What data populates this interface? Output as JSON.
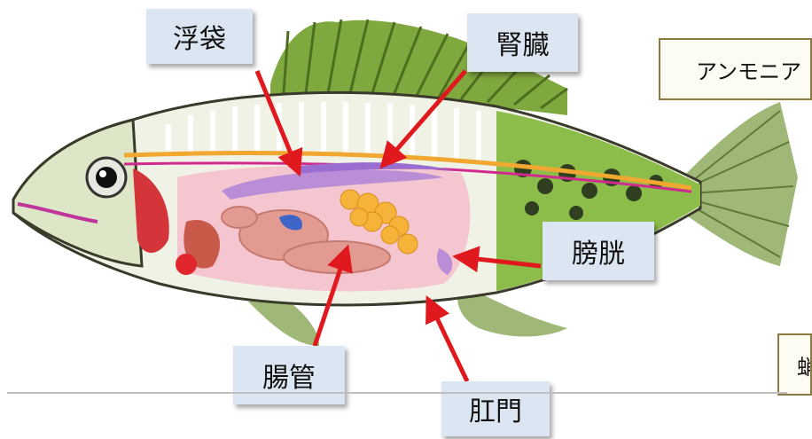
{
  "colors": {
    "label_bg": "#dce6f2",
    "arrow": "#e0191e",
    "note_border": "#8b7a3f"
  },
  "labels": {
    "swim_bladder": "浮袋",
    "kidney": "腎臓",
    "bladder": "膀胱",
    "intestine": "腸管",
    "anus": "肛門"
  },
  "side_notes": {
    "ammonia": "アンモニア",
    "partial": "蛸"
  },
  "icons": [
    "fish-anatomy-illustration",
    "arrow-icon"
  ]
}
